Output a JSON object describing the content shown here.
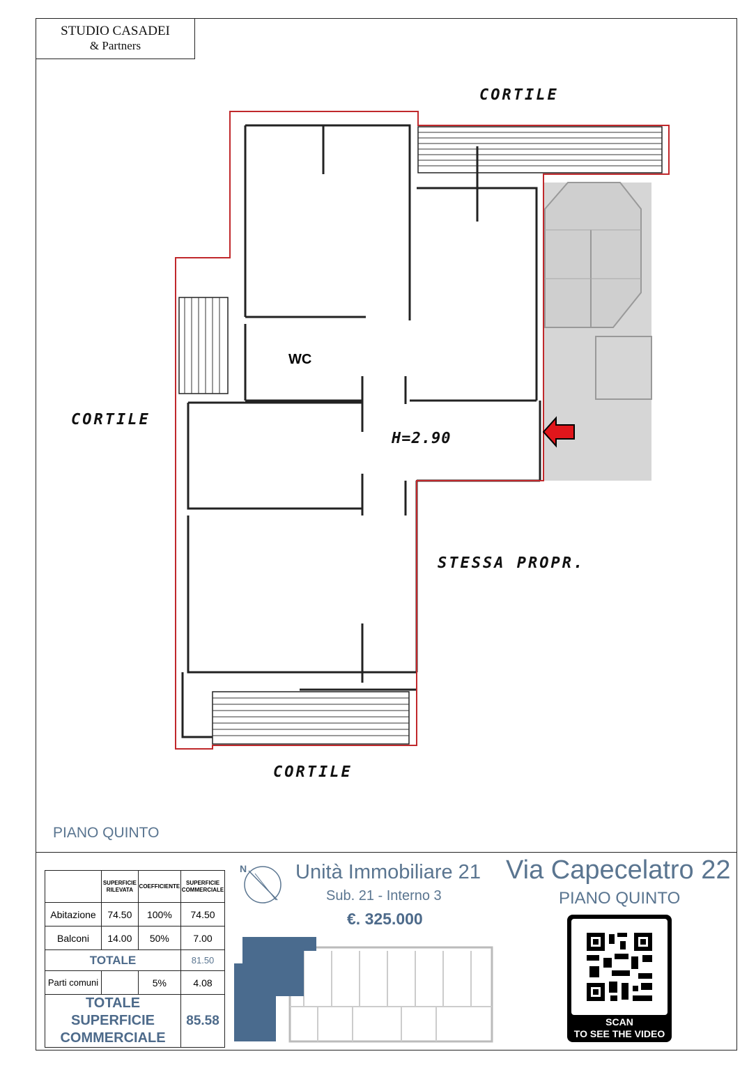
{
  "header": {
    "studio_line1": "STUDIO CASADEI",
    "studio_line2": "& Partners"
  },
  "plan": {
    "labels": {
      "cortile_top": "CORTILE",
      "cortile_left": "CORTILE",
      "cortile_bottom": "CORTILE",
      "stessa_propr": "STESSA PROPR.",
      "height": "H=2.90",
      "wc": "WC"
    },
    "floor_label": "PIANO QUINTO",
    "colors": {
      "outline": "#c0282b",
      "entrance_arrow": "#e0161b",
      "common_area": "#d6d6d6"
    }
  },
  "table": {
    "headers": [
      "",
      "SUPERFICIE RILEVATA",
      "COEFFICIENTE",
      "SUPERFICIE COMMERCIALE"
    ],
    "rows": [
      {
        "label": "Abitazione",
        "rilevata": "74.50",
        "coeff": "100%",
        "commerciale": "74.50"
      },
      {
        "label": "Balconi",
        "rilevata": "14.00",
        "coeff": "50%",
        "commerciale": "7.00"
      }
    ],
    "totale_label": "TOTALE",
    "totale_value": "81.50",
    "parti_comuni": {
      "label": "Parti comuni",
      "rilevata": "",
      "coeff": "5%",
      "commerciale": "4.08"
    },
    "totale_commerciale_label": "TOTALE SUPERFICIE COMMERCIALE",
    "totale_commerciale_value": "85.58"
  },
  "info": {
    "compass_label": "N",
    "unit": "Unità Immobiliare 21",
    "sub": "Sub. 21 - Interno 3",
    "price": "€. 325.000",
    "address": "Via Capecelatro 22",
    "floor": "PIANO QUINTO",
    "qr_caption_1": "SCAN",
    "qr_caption_2": "TO SEE THE VIDEO",
    "highlight_color": "#4a6b8e"
  }
}
